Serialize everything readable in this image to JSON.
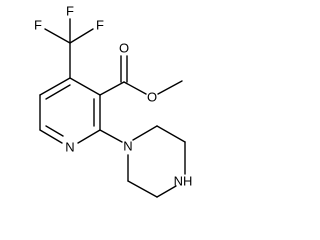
{
  "molecule": {
    "atoms": {
      "F1": "F",
      "F2": "F",
      "F3": "F",
      "O_carbonyl": "O",
      "O_ester": "O",
      "N_pyridine": "N",
      "N_piperazine": "N",
      "N_piperazine_h": "NH"
    },
    "colors": {
      "bond": "#000000",
      "label": "#000000",
      "background": "#ffffff"
    }
  }
}
